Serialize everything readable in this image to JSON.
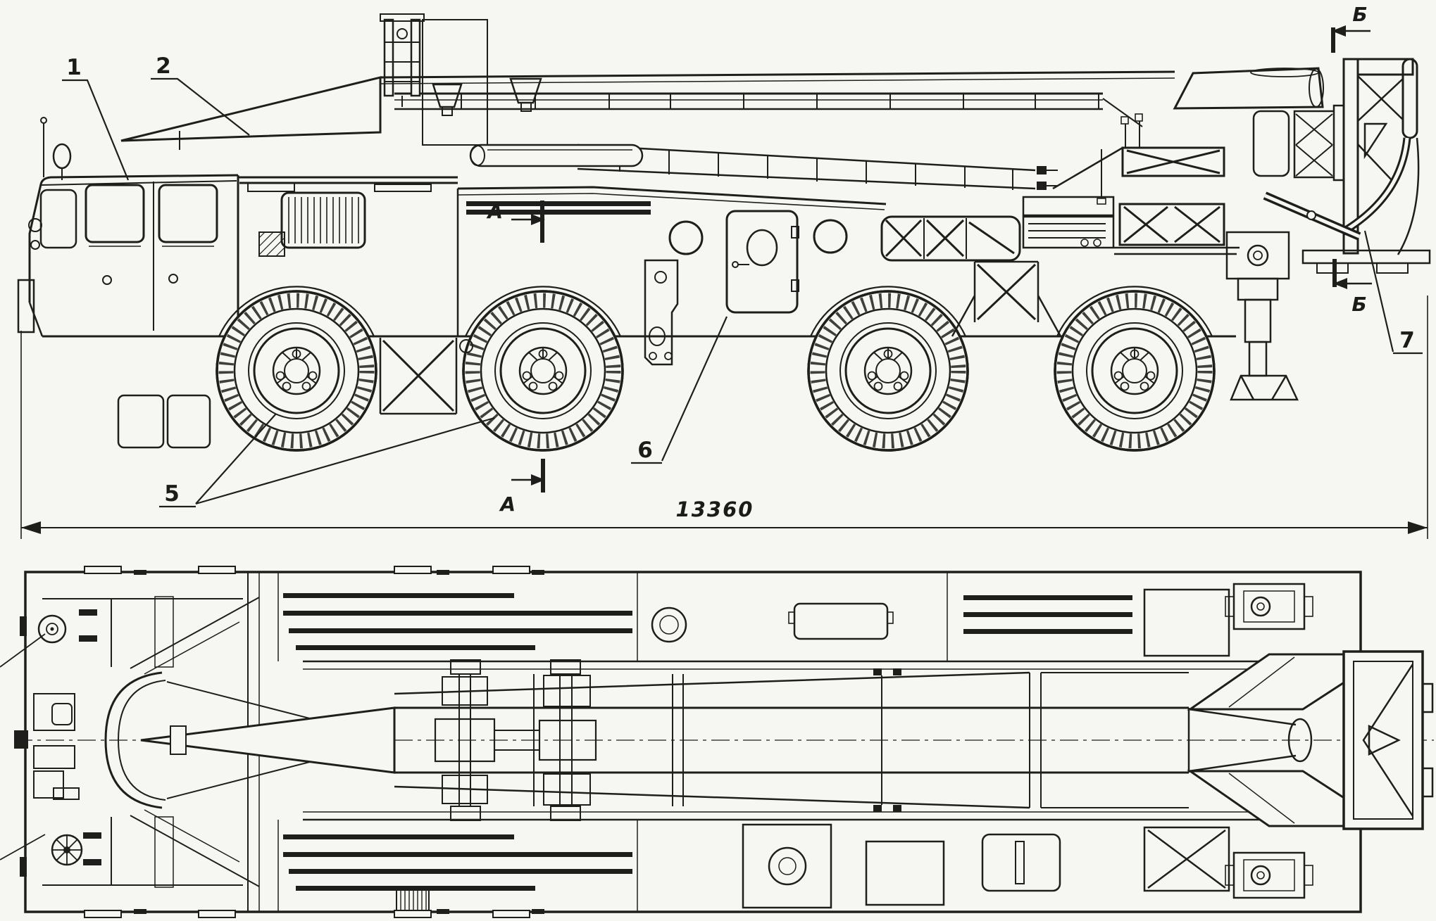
{
  "drawing": {
    "paper_color": "#f6f6f2",
    "ink_color": "#1e1e1c",
    "callouts": {
      "c1": {
        "label": "1"
      },
      "c2": {
        "label": "2"
      },
      "c5": {
        "label": "5"
      },
      "c6": {
        "label": "6"
      },
      "c7": {
        "label": "7"
      }
    },
    "section_markers": {
      "a_upper": "А",
      "a_lower": "А",
      "b_upper": "Б",
      "b_lower": "Б"
    },
    "dimensions": {
      "overall_length": "13360"
    }
  }
}
